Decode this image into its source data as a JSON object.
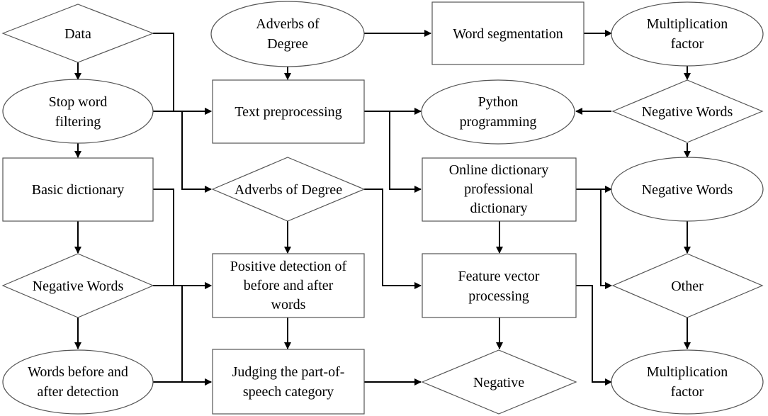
{
  "nodes": {
    "data": "Data",
    "adverbs_of_degree_top": [
      "Adverbs of",
      "Degree"
    ],
    "word_segmentation": "Word segmentation",
    "multiplication_factor_top": [
      "Multiplication",
      "factor"
    ],
    "stop_word_filtering": [
      "Stop word",
      "filtering"
    ],
    "text_preprocessing": "Text preprocessing",
    "python_programming": [
      "Python",
      "programming"
    ],
    "negative_words_right_diamond": "Negative Words",
    "basic_dictionary": "Basic dictionary",
    "adverbs_of_degree_diamond": "Adverbs of Degree",
    "online_dictionary": [
      "Online dictionary",
      "professional",
      "dictionary"
    ],
    "negative_words_right_ellipse": "Negative Words",
    "negative_words_left_diamond": "Negative Words",
    "positive_detection": [
      "Positive detection of",
      "before and after",
      "words"
    ],
    "feature_vector_processing": [
      "Feature vector",
      "processing"
    ],
    "other": "Other",
    "words_before_after_detection": [
      "Words before and",
      "after detection"
    ],
    "judging_part_of_speech": [
      "Judging the part-of-",
      "speech category"
    ],
    "negative": "Negative",
    "multiplication_factor_bottom": [
      "Multiplication",
      "factor"
    ]
  }
}
